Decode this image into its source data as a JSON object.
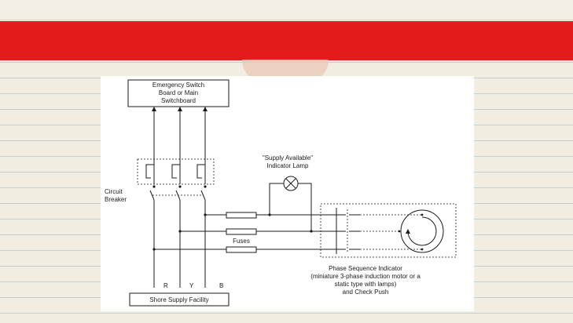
{
  "slide": {
    "title_bar_color": "#e31b1b",
    "background_color": "#f1ede0",
    "rule_line_color": "#bcd3dc"
  },
  "diagram": {
    "switchboard_label": [
      "Emergency Switch",
      "Board or Main",
      "Switchboard"
    ],
    "supply_lamp_label": [
      "\"Supply Available\"",
      "Indicator Lamp"
    ],
    "circuit_breaker_label": [
      "Circuit",
      "Breaker"
    ],
    "fuses_label": "Fuses",
    "phase_labels": [
      "R",
      "Y",
      "B"
    ],
    "shore_supply_label": "Shore Supply Facility",
    "phase_indicator_label": [
      "Phase Sequence Indicator",
      "(miniature 3-phase induction motor or a",
      "static type with lamps)",
      "and Check Push"
    ]
  }
}
